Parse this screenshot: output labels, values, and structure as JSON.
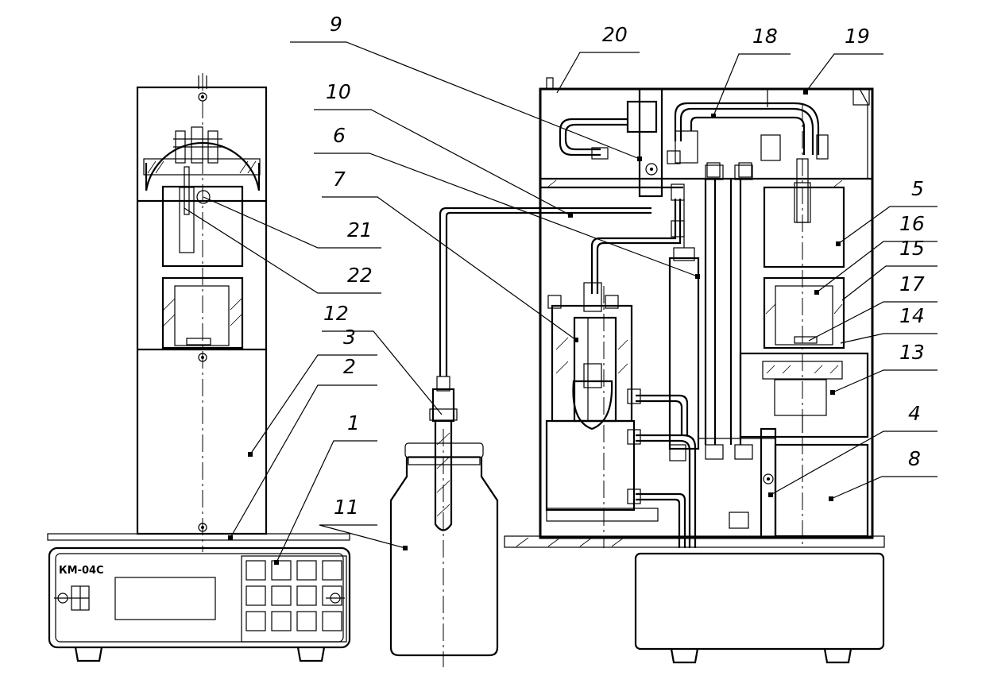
{
  "device_label": "КМ-04С",
  "callouts": [
    "1",
    "2",
    "3",
    "4",
    "5",
    "6",
    "7",
    "8",
    "9",
    "10",
    "11",
    "12",
    "13",
    "14",
    "15",
    "16",
    "17",
    "18",
    "19",
    "20",
    "21",
    "22"
  ]
}
